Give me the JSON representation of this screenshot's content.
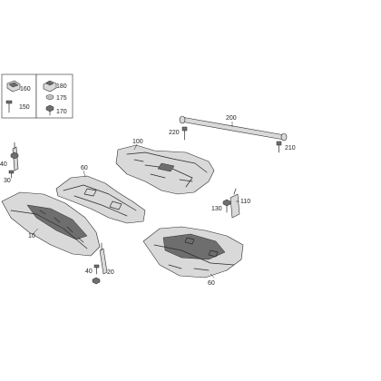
{
  "diagram": {
    "callouts": {
      "c160": "160",
      "c150": "150",
      "c180": "180",
      "c175": "175",
      "c170": "170",
      "c200": "200",
      "c220": "220",
      "c210": "210",
      "c100": "100",
      "c60a": "60",
      "c40a": "40",
      "c30": "30",
      "c10": "10",
      "c110": "110",
      "c130": "130",
      "c40b": "40",
      "c20": "20",
      "c60b": "60"
    }
  }
}
